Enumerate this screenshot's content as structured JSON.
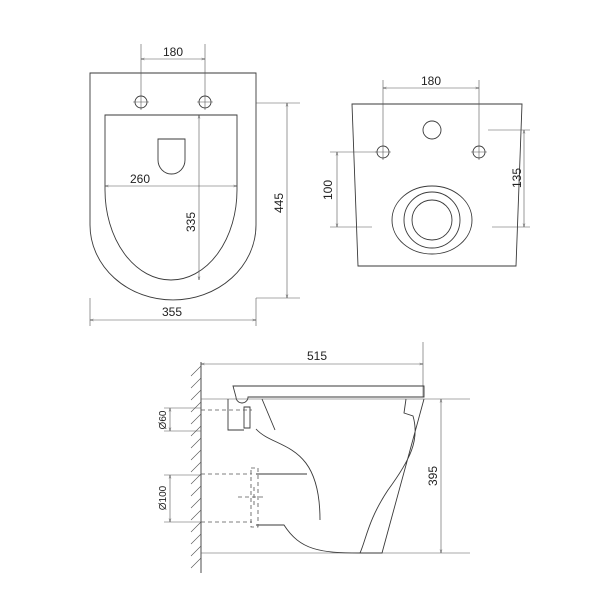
{
  "top_view": {
    "hole_spacing": "180",
    "seat_width": "260",
    "seat_length": "335",
    "total_length": "445",
    "total_width": "355"
  },
  "rear_view": {
    "hole_spacing": "180",
    "lower_height": "100",
    "upper_height": "135"
  },
  "side_view": {
    "projection": "515",
    "height": "395",
    "inlet_diameter": "Ø60",
    "outlet_diameter": "Ø100"
  }
}
